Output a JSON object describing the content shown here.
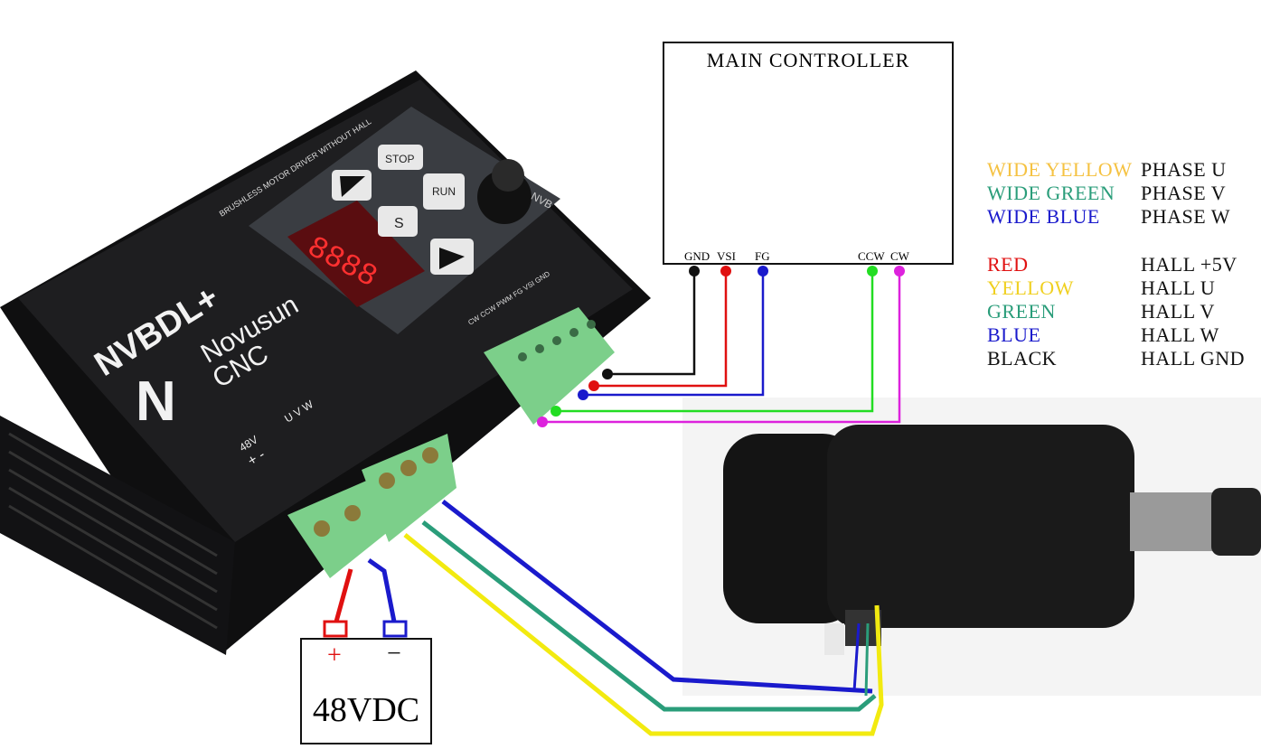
{
  "controller": {
    "title": "MAIN CONTROLLER",
    "pins": [
      "GND",
      "VSI",
      "FG",
      "CCW",
      "CW"
    ]
  },
  "battery": {
    "label": "48VDC",
    "plus": "+",
    "minus": "−"
  },
  "driver": {
    "brand": "NVBDL+",
    "maker_line1": "Novusun",
    "maker_line2": "CNC",
    "subtitle": "BRUSHLESS MOTOR DRIVER WITHOUT HALL",
    "model_short": "NVB",
    "btn_stop": "STOP",
    "btn_run": "RUN",
    "btn_s": "S",
    "terminal_labels": "CW CCW PWM FG VSI GND",
    "power_label": "48V",
    "power_signs": "+ -",
    "phase_labels": "U V W",
    "display": "8888"
  },
  "legend": {
    "phase": [
      {
        "wire": "WIDE YELLOW",
        "signal": "PHASE U",
        "color": "#f5c242"
      },
      {
        "wire": "WIDE GREEN",
        "signal": "PHASE V",
        "color": "#2a9d7a"
      },
      {
        "wire": "WIDE BLUE",
        "signal": "PHASE W",
        "color": "#1a1acc"
      }
    ],
    "hall": [
      {
        "wire": "RED",
        "signal": "HALL +5V",
        "color": "#e01010"
      },
      {
        "wire": "YELLOW",
        "signal": "HALL U",
        "color": "#f0d020"
      },
      {
        "wire": "GREEN",
        "signal": "HALL V",
        "color": "#2a9d7a"
      },
      {
        "wire": "BLUE",
        "signal": "HALL W",
        "color": "#1a1acc"
      },
      {
        "wire": "BLACK",
        "signal": "HALL GND",
        "color": "#111111"
      }
    ]
  },
  "colors": {
    "wire_black": "#111111",
    "wire_red": "#e01010",
    "wire_blue": "#1a1acc",
    "wire_green": "#22dd22",
    "wire_magenta": "#dd22dd",
    "phase_yellow": "#f2ea10",
    "phase_green": "#2a9d7a",
    "phase_blue": "#1a1acc",
    "driver_body": "#1c1c1e",
    "terminal_green": "#7ccf8a"
  }
}
